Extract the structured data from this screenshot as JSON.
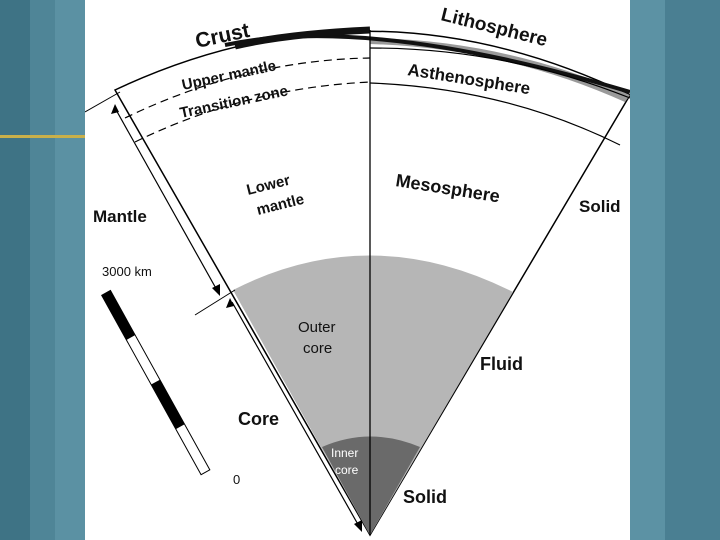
{
  "labels": {
    "crust": "Crust",
    "lithosphere": "Lithosphere",
    "upper_mantle": "Upper mantle",
    "transition_zone": "Transition zone",
    "asthenosphere": "Asthenosphere",
    "lower_mantle_1": "Lower",
    "lower_mantle_2": "mantle",
    "mesosphere": "Mesosphere",
    "mantle": "Mantle",
    "solid_top": "Solid",
    "scale_label": "3000 km",
    "scale_zero": "0",
    "outer_core_1": "Outer",
    "outer_core_2": "core",
    "fluid": "Fluid",
    "core": "Core",
    "inner_core_1": "Inner",
    "inner_core_2": "core",
    "solid_bottom": "Solid"
  },
  "colors": {
    "outer_core": "#b6b6b6",
    "inner_core": "#6a6a6a",
    "crust": "#111111",
    "lithosphere_band": "#9a9a9a"
  }
}
